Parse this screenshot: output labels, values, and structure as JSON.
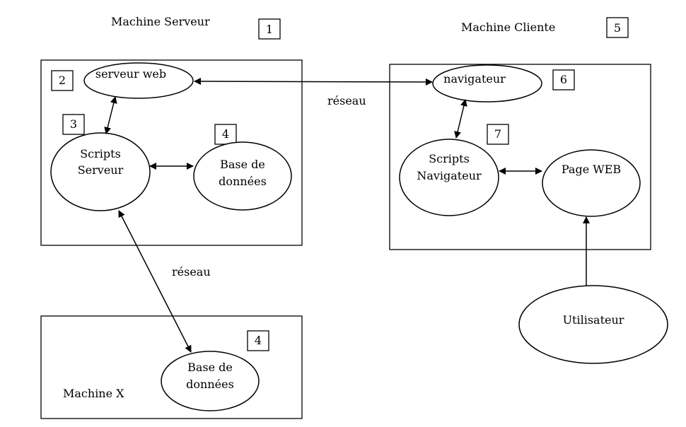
{
  "machines": {
    "server": "Machine Serveur",
    "client": "Machine Cliente",
    "x": "Machine X"
  },
  "nodes": {
    "web_server": "serveur web",
    "server_scripts": [
      "Scripts",
      "Serveur"
    ],
    "database": [
      "Base de",
      "données"
    ],
    "browser": "navigateur",
    "browser_scripts": [
      "Scripts",
      "Navigateur"
    ],
    "web_page": "Page WEB",
    "user": "Utilisateur",
    "remote_database": [
      "Base de",
      "données"
    ]
  },
  "network_labels": {
    "server_client": "réseau",
    "server_x": "réseau"
  },
  "markers": {
    "server_machine": "1",
    "web_server": "2",
    "server_scripts": "3",
    "database": "4",
    "client_machine": "5",
    "browser": "6",
    "browser_scripts": "7",
    "remote_database": "4"
  }
}
